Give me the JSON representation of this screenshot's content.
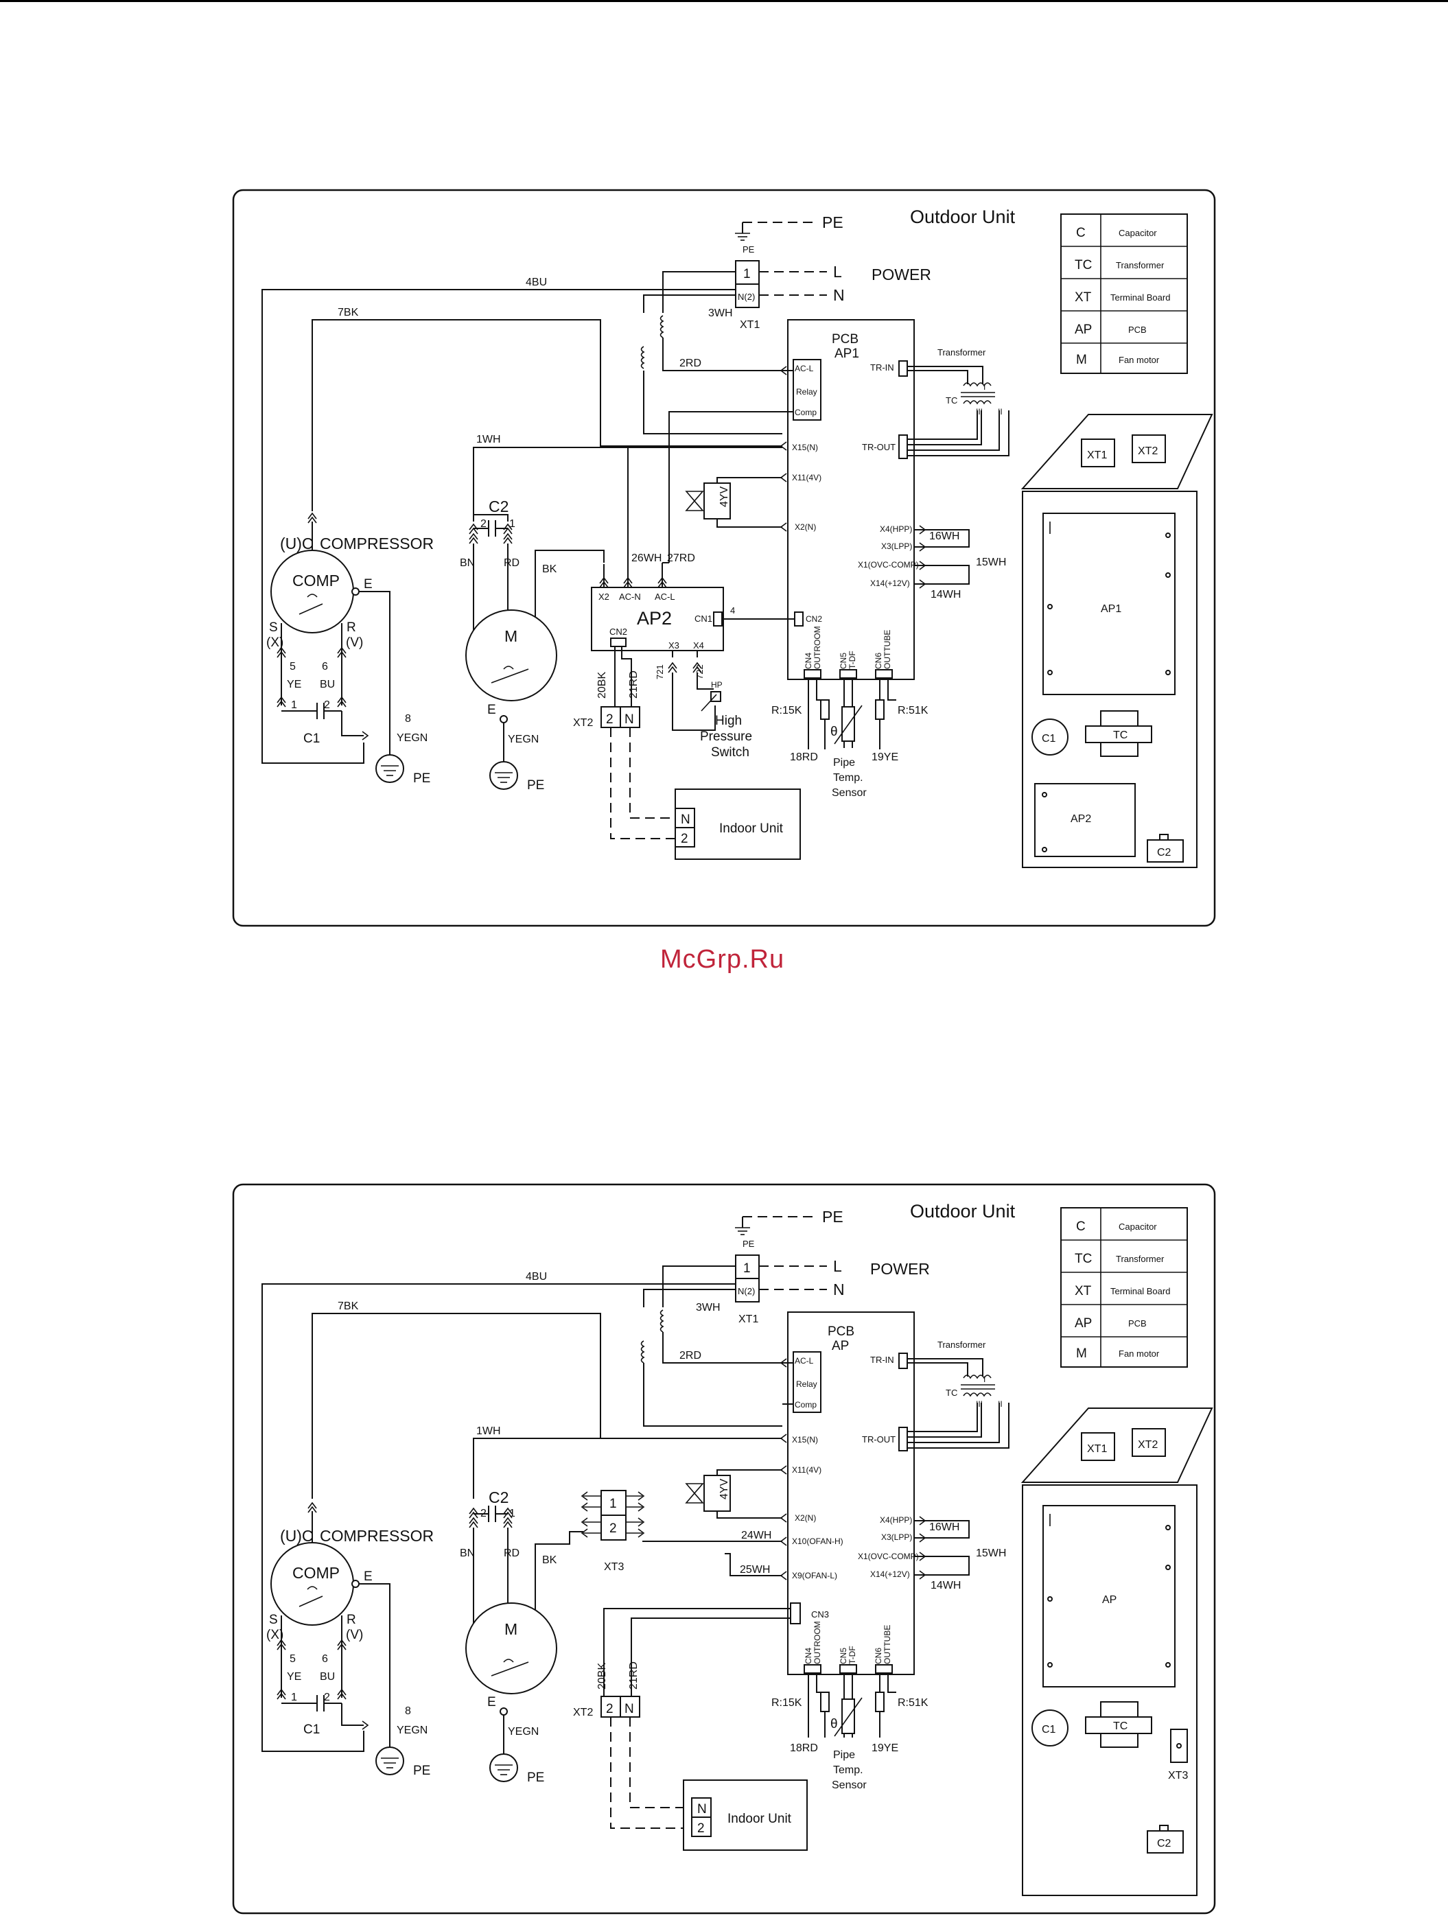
{
  "watermark": "McGrp.Ru",
  "diagrams": [
    {
      "title": "Outdoor Unit",
      "power_label": "POWER",
      "pcb_label": "PCB",
      "pcb_id": "AP1",
      "legend": [
        {
          "code": "C",
          "name": "Capacitor"
        },
        {
          "code": "TC",
          "name": "Transformer"
        },
        {
          "code": "XT",
          "name": "Terminal Board"
        },
        {
          "code": "AP",
          "name": "PCB"
        },
        {
          "code": "M",
          "name": "Fan motor"
        }
      ],
      "layout_labels": {
        "xt1": "XT1",
        "xt2": "XT2",
        "ap": "AP1",
        "ap2": "AP2",
        "c1": "C1",
        "tc": "TC",
        "c2": "C2"
      },
      "indoor_unit": "Indoor Unit",
      "hp_switch": [
        "High",
        "Pressure",
        "Switch"
      ],
      "pipe_sensor": [
        "Pipe",
        "Temp.",
        "Sensor"
      ]
    },
    {
      "title": "Outdoor Unit",
      "power_label": "POWER",
      "pcb_label": "PCB",
      "pcb_id": "AP",
      "legend": [
        {
          "code": "C",
          "name": "Capacitor"
        },
        {
          "code": "TC",
          "name": "Transformer"
        },
        {
          "code": "XT",
          "name": "Terminal Board"
        },
        {
          "code": "AP",
          "name": "PCB"
        },
        {
          "code": "M",
          "name": "Fan motor"
        }
      ],
      "layout_labels": {
        "xt1": "XT1",
        "xt2": "XT2",
        "ap": "AP",
        "c1": "C1",
        "tc": "TC",
        "xt3": "XT3",
        "c2": "C2"
      },
      "indoor_unit": "Indoor Unit",
      "pipe_sensor": [
        "Pipe",
        "Temp.",
        "Sensor"
      ]
    }
  ],
  "wires": {
    "pe": "PE",
    "l": "L",
    "n": "N",
    "t1": "1",
    "tn2": "N(2)",
    "bu4": "4BU",
    "bk7": "7BK",
    "wh3": "3WH",
    "xt1": "XT1",
    "rd2": "2RD",
    "wh1": "1WH",
    "c2": "C2",
    "bn": "BN",
    "rd": "RD",
    "bk": "BK",
    "uc": "(U)C",
    "compressor": "COMPRESSOR",
    "comp": "COMP",
    "e": "E",
    "s": "S",
    "x": "(X)",
    "r": "R",
    "v": "(V)",
    "n5": "5",
    "ye": "YE",
    "n6": "6",
    "bu": "BU",
    "n1": "1",
    "n2": "2",
    "c1": "C1",
    "n8": "8",
    "yegn": "YEGN",
    "m": "M",
    "wh26": "26WH",
    "rd27": "27RD",
    "x2": "X2",
    "acn": "AC-N",
    "acl": "AC-L",
    "ap2": "AP2",
    "cn1": "CN1",
    "cn2": "CN2",
    "x3": "X3",
    "x4": "X4",
    "w4": "4",
    "bk20": "20BK",
    "rd21": "21RD",
    "xt2": "XT2",
    "w721": "721",
    "w722": "722",
    "hp": "HP",
    "ac_l": "AC-L",
    "relay": "Relay",
    "comp_s": "Comp",
    "x15": "X15(N)",
    "x11": "X11(4V)",
    "x2n": "X2(N)",
    "yv4": "4YV",
    "x10": "X10(OFAN-H)",
    "x9": "X9(OFAN-L)",
    "wh24": "24WH",
    "wh25": "25WH",
    "cn3": "CN3",
    "xt3": "XT3",
    "trin": "TR-IN",
    "trout": "TR-OUT",
    "transformer": "Transformer",
    "tc": "TC",
    "roman1": "I",
    "roman2": "II",
    "roman3": "III",
    "x4hpp": "X4(HPP)",
    "x3lpp": "X3(LPP)",
    "x1ovc": "X1(OVC-COMP)",
    "x14": "X14(+12V)",
    "wh16": "16WH",
    "wh15": "15WH",
    "wh14": "14WH",
    "cn4": "CN4",
    "cn5": "CN5",
    "cn6": "CN6",
    "outroom": "OUTROOM",
    "tdf": "T-DF",
    "outtube": "OUTTUBE",
    "r15": "R:15K",
    "r51": "R:51K",
    "rd18": "18RD",
    "ye19": "19YE",
    "theta": "θ"
  }
}
